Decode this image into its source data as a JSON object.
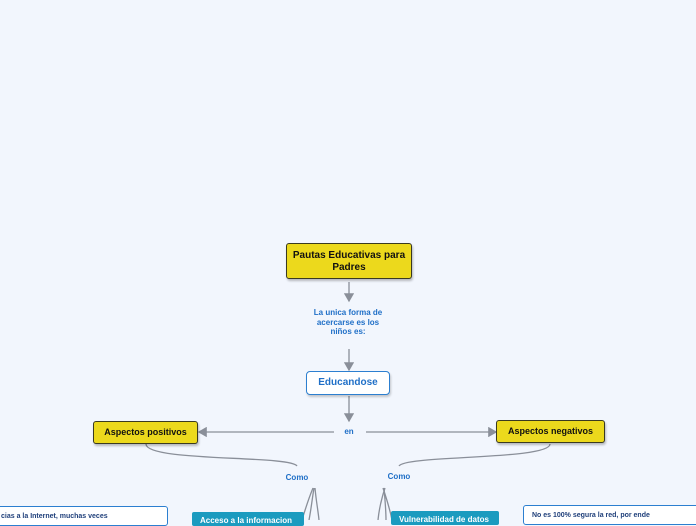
{
  "nodes": {
    "root": "Pautas Educativas para Padres",
    "link_text": "La unica forma de acercarse es los niños es:",
    "main": "Educandose",
    "en": "en",
    "positive": "Aspectos positivos",
    "negative": "Aspectos negativos",
    "como_left": "Como",
    "como_right": "Como",
    "note_left": "cias a la Internet, muchas veces",
    "teal_left": "Acceso a la informacion",
    "teal_right": "Vulnerabilidad de datos",
    "note_right": "No es 100% segura la red, por ende"
  },
  "colors": {
    "background": "#f2f6fd",
    "yellow_node": "#ecd91c",
    "accent_blue": "#1f6fc7",
    "teal": "#1b9bbf",
    "connector": "#8a8f99"
  }
}
